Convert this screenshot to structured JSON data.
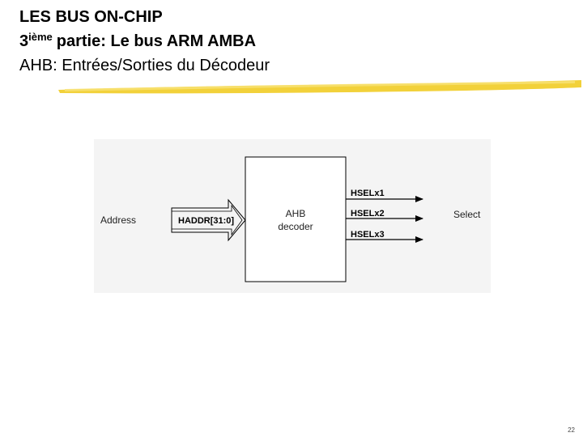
{
  "slide": {
    "title_line1": "LES BUS ON-CHIP",
    "title_line2_num": "3",
    "title_line2_sup": "ième",
    "title_line2_rest": "partie: Le bus ARM AMBA",
    "title_line3": "AHB: Entrées/Sorties du Décodeur",
    "page_number": "22"
  },
  "diagram": {
    "input_label": "Address",
    "input_bus": "HADDR[31:0]",
    "block_line1": "AHB",
    "block_line2": "decoder",
    "outputs": [
      "HSELx1",
      "HSELx2",
      "HSELx3"
    ],
    "output_label": "Select"
  },
  "colors": {
    "accent_brush": "#f2d13a",
    "accent_brush_light": "#f7e277",
    "diagram_background": "#f4f4f4"
  }
}
